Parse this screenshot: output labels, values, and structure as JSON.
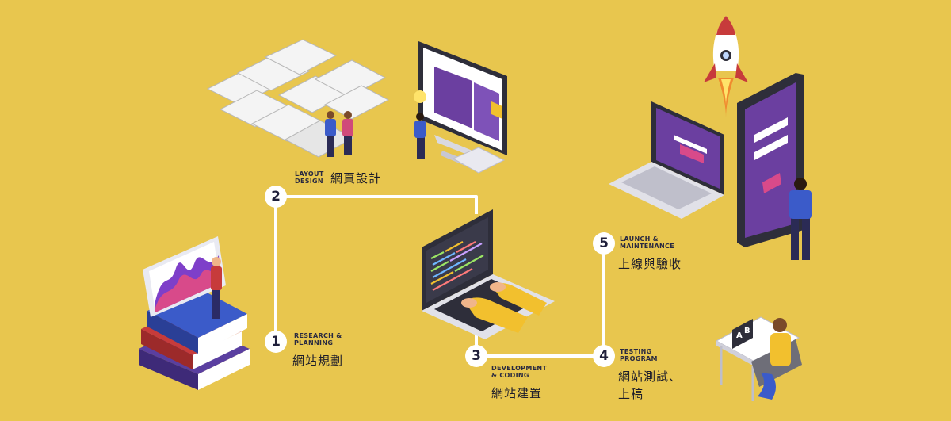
{
  "steps": [
    {
      "num": "1",
      "en": "RESEARCH &\nPLANNING",
      "zh": "網站規劃"
    },
    {
      "num": "2",
      "en": "LAYOUT\nDESIGN",
      "zh": "網頁設計"
    },
    {
      "num": "3",
      "en": "DEVELOPMENT\n& CODING",
      "zh": "網站建置"
    },
    {
      "num": "4",
      "en": "TESTING\nPROGRAM",
      "zh": "網站測試、\n上稿"
    },
    {
      "num": "5",
      "en": "LAUNCH &\nMAINTENANCE",
      "zh": "上線與驗收"
    }
  ],
  "illustrations": {
    "sign_letters": [
      "A",
      "B"
    ]
  },
  "colors": {
    "background": "#E8C64E",
    "path": "#FFFFFF",
    "purple": "#6B3FA0",
    "dark": "#2E2E3A"
  }
}
